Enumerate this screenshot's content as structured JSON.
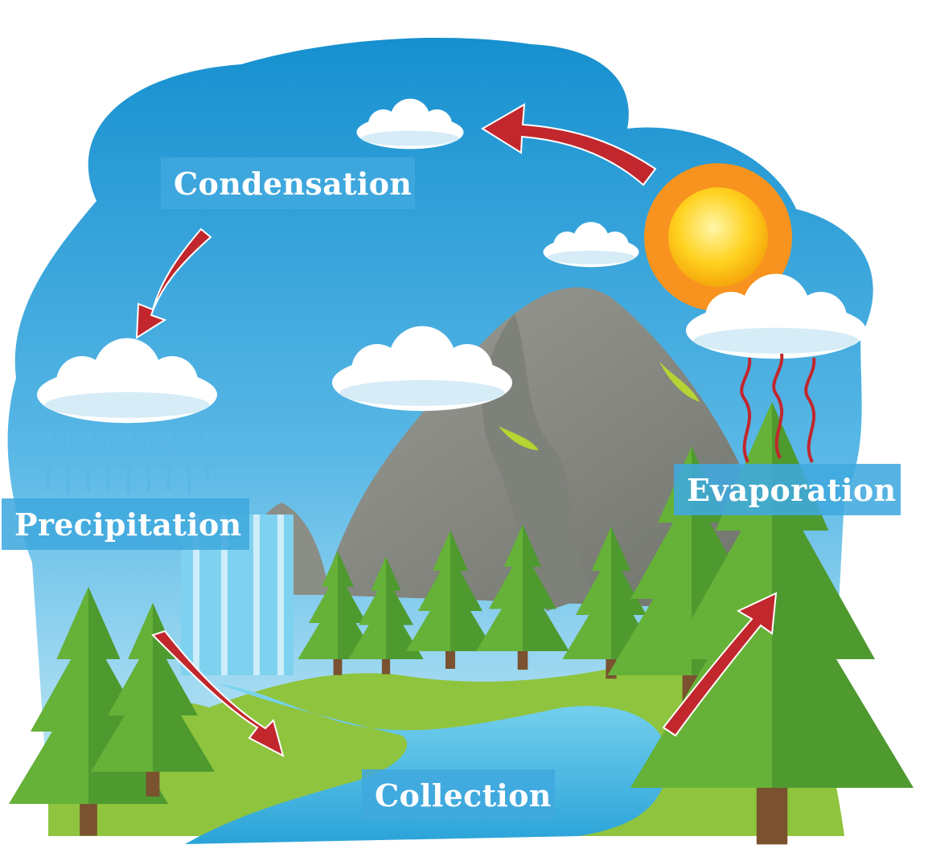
{
  "diagram": {
    "labels": {
      "condensation": "Condensation",
      "precipitation": "Precipitation",
      "evaporation": "Evaporation",
      "collection": "Collection"
    },
    "colors": {
      "sky_top": "#1a8fd0",
      "sky_bottom": "#bfe6f5",
      "label_bg": "#40a8de",
      "arrow": "#c1272d",
      "sun": "#ffd21f",
      "sun_rays": "#f7931e",
      "mountain": "#8b8e86",
      "grass": "#8fc43e",
      "tree": "#4e9a2f",
      "water": "#4cc0e8"
    }
  }
}
